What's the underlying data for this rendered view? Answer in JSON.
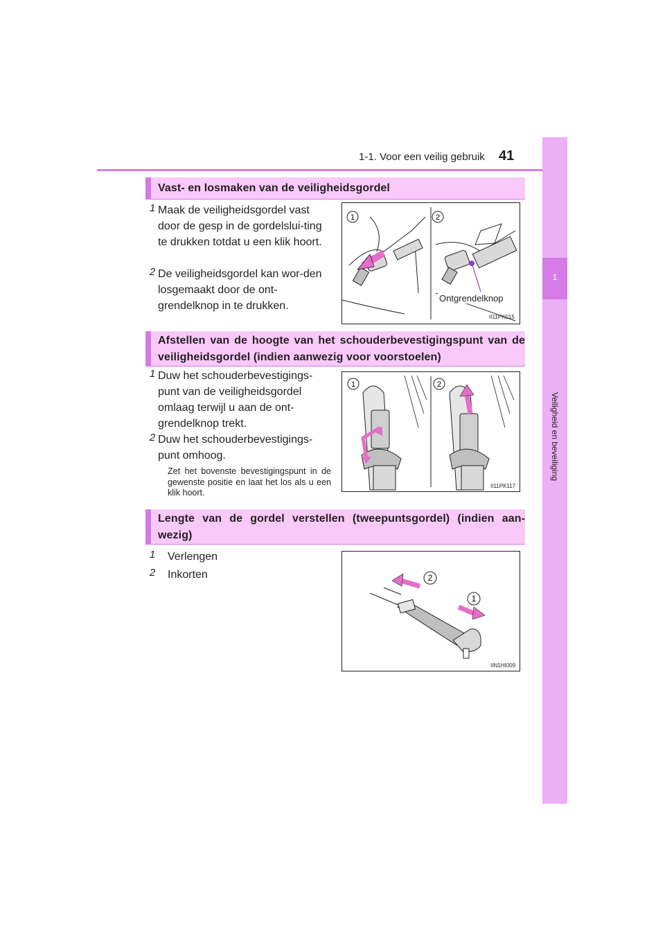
{
  "header": {
    "chapter": "1-1. Voor een veilig gebruik",
    "page": "41"
  },
  "side_tab": {
    "number": "1",
    "label": "Veiligheid en beveiliging"
  },
  "sections": [
    {
      "title": "Vast- en losmaken van de veiligheidsgordel",
      "steps": [
        {
          "num": "1",
          "text": "Maak de veiligheidsgordel vast door de gesp in de gordelslui-ting te drukken totdat u een klik hoort."
        },
        {
          "num": "2",
          "text": "De veiligheidsgordel kan wor-den losgemaakt door de ont-grendelknop in te drukken."
        }
      ],
      "figure": {
        "code": "II11PK015",
        "callout": "Ontgrendelknop",
        "labels": [
          "1",
          "2"
        ]
      }
    },
    {
      "title": "Afstellen van de hoogte van het schouderbevestigingspunt van de veiligheidsgordel (indien aanwezig voor voorstoelen)",
      "steps": [
        {
          "num": "1",
          "text": "Duw het schouderbevestigings-punt van de veiligheidsgordel omlaag terwijl u aan de ont-grendelknop trekt."
        },
        {
          "num": "2",
          "text": "Duw het schouderbevestigings-punt omhoog."
        }
      ],
      "note": "Zet het bovenste bevestigingspunt in de gewenste positie en laat het los als u een klik hoort.",
      "figure": {
        "code": "II11PK117",
        "labels": [
          "1",
          "2"
        ]
      }
    },
    {
      "title": "Lengte van de gordel verstellen (tweepuntsgordel) (indien aan-wezig)",
      "steps": [
        {
          "num": "1",
          "text": "Verlengen"
        },
        {
          "num": "2",
          "text": "Inkorten"
        }
      ],
      "figure": {
        "code": "IIN1HI009",
        "labels": [
          "2",
          "1"
        ]
      }
    }
  ],
  "colors": {
    "accent": "#d57be7",
    "heading_bg": "#f8c9f9",
    "side_tab": "#ecb0f6",
    "arrow": "#e46fc8"
  }
}
